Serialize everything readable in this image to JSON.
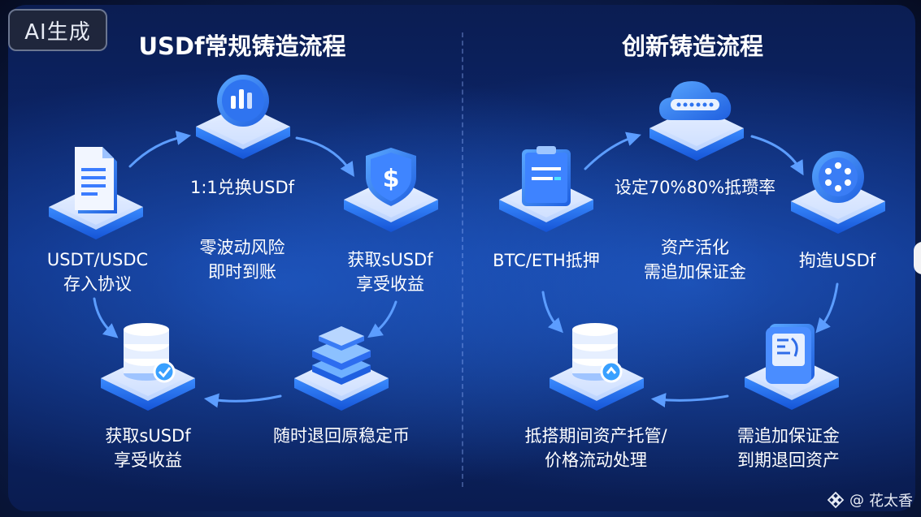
{
  "badge": "AI生成",
  "left": {
    "title": "USDf常规铸造流程",
    "center": [
      "零波动风险",
      "即时到账"
    ],
    "steps": {
      "deposit": [
        "USDT/USDC",
        "存入协议"
      ],
      "swap": [
        "1:1兑换USDf"
      ],
      "stake": [
        "获取sUSDf",
        "享受收益"
      ],
      "redeem": [
        "随时退回原稳定币"
      ],
      "earn": [
        "获取sUSDf",
        "享受收益"
      ]
    }
  },
  "right": {
    "title": "创新铸造流程",
    "center": [
      "资产活化",
      "需追加保证金"
    ],
    "steps": {
      "collateral": [
        "BTC/ETH抵押"
      ],
      "ratio": [
        "设定70%80%抵瓒率"
      ],
      "mint": [
        "拘造USDf"
      ],
      "margin": [
        "需追加保证金",
        "到期退回资产"
      ],
      "custody": [
        "抵搭期间资产托管/",
        "价格流动处理"
      ]
    }
  },
  "watermark": {
    "prefix": "@",
    "name": "花太香"
  },
  "colors": {
    "accent": "#2f7bff",
    "text": "#ffffff"
  }
}
